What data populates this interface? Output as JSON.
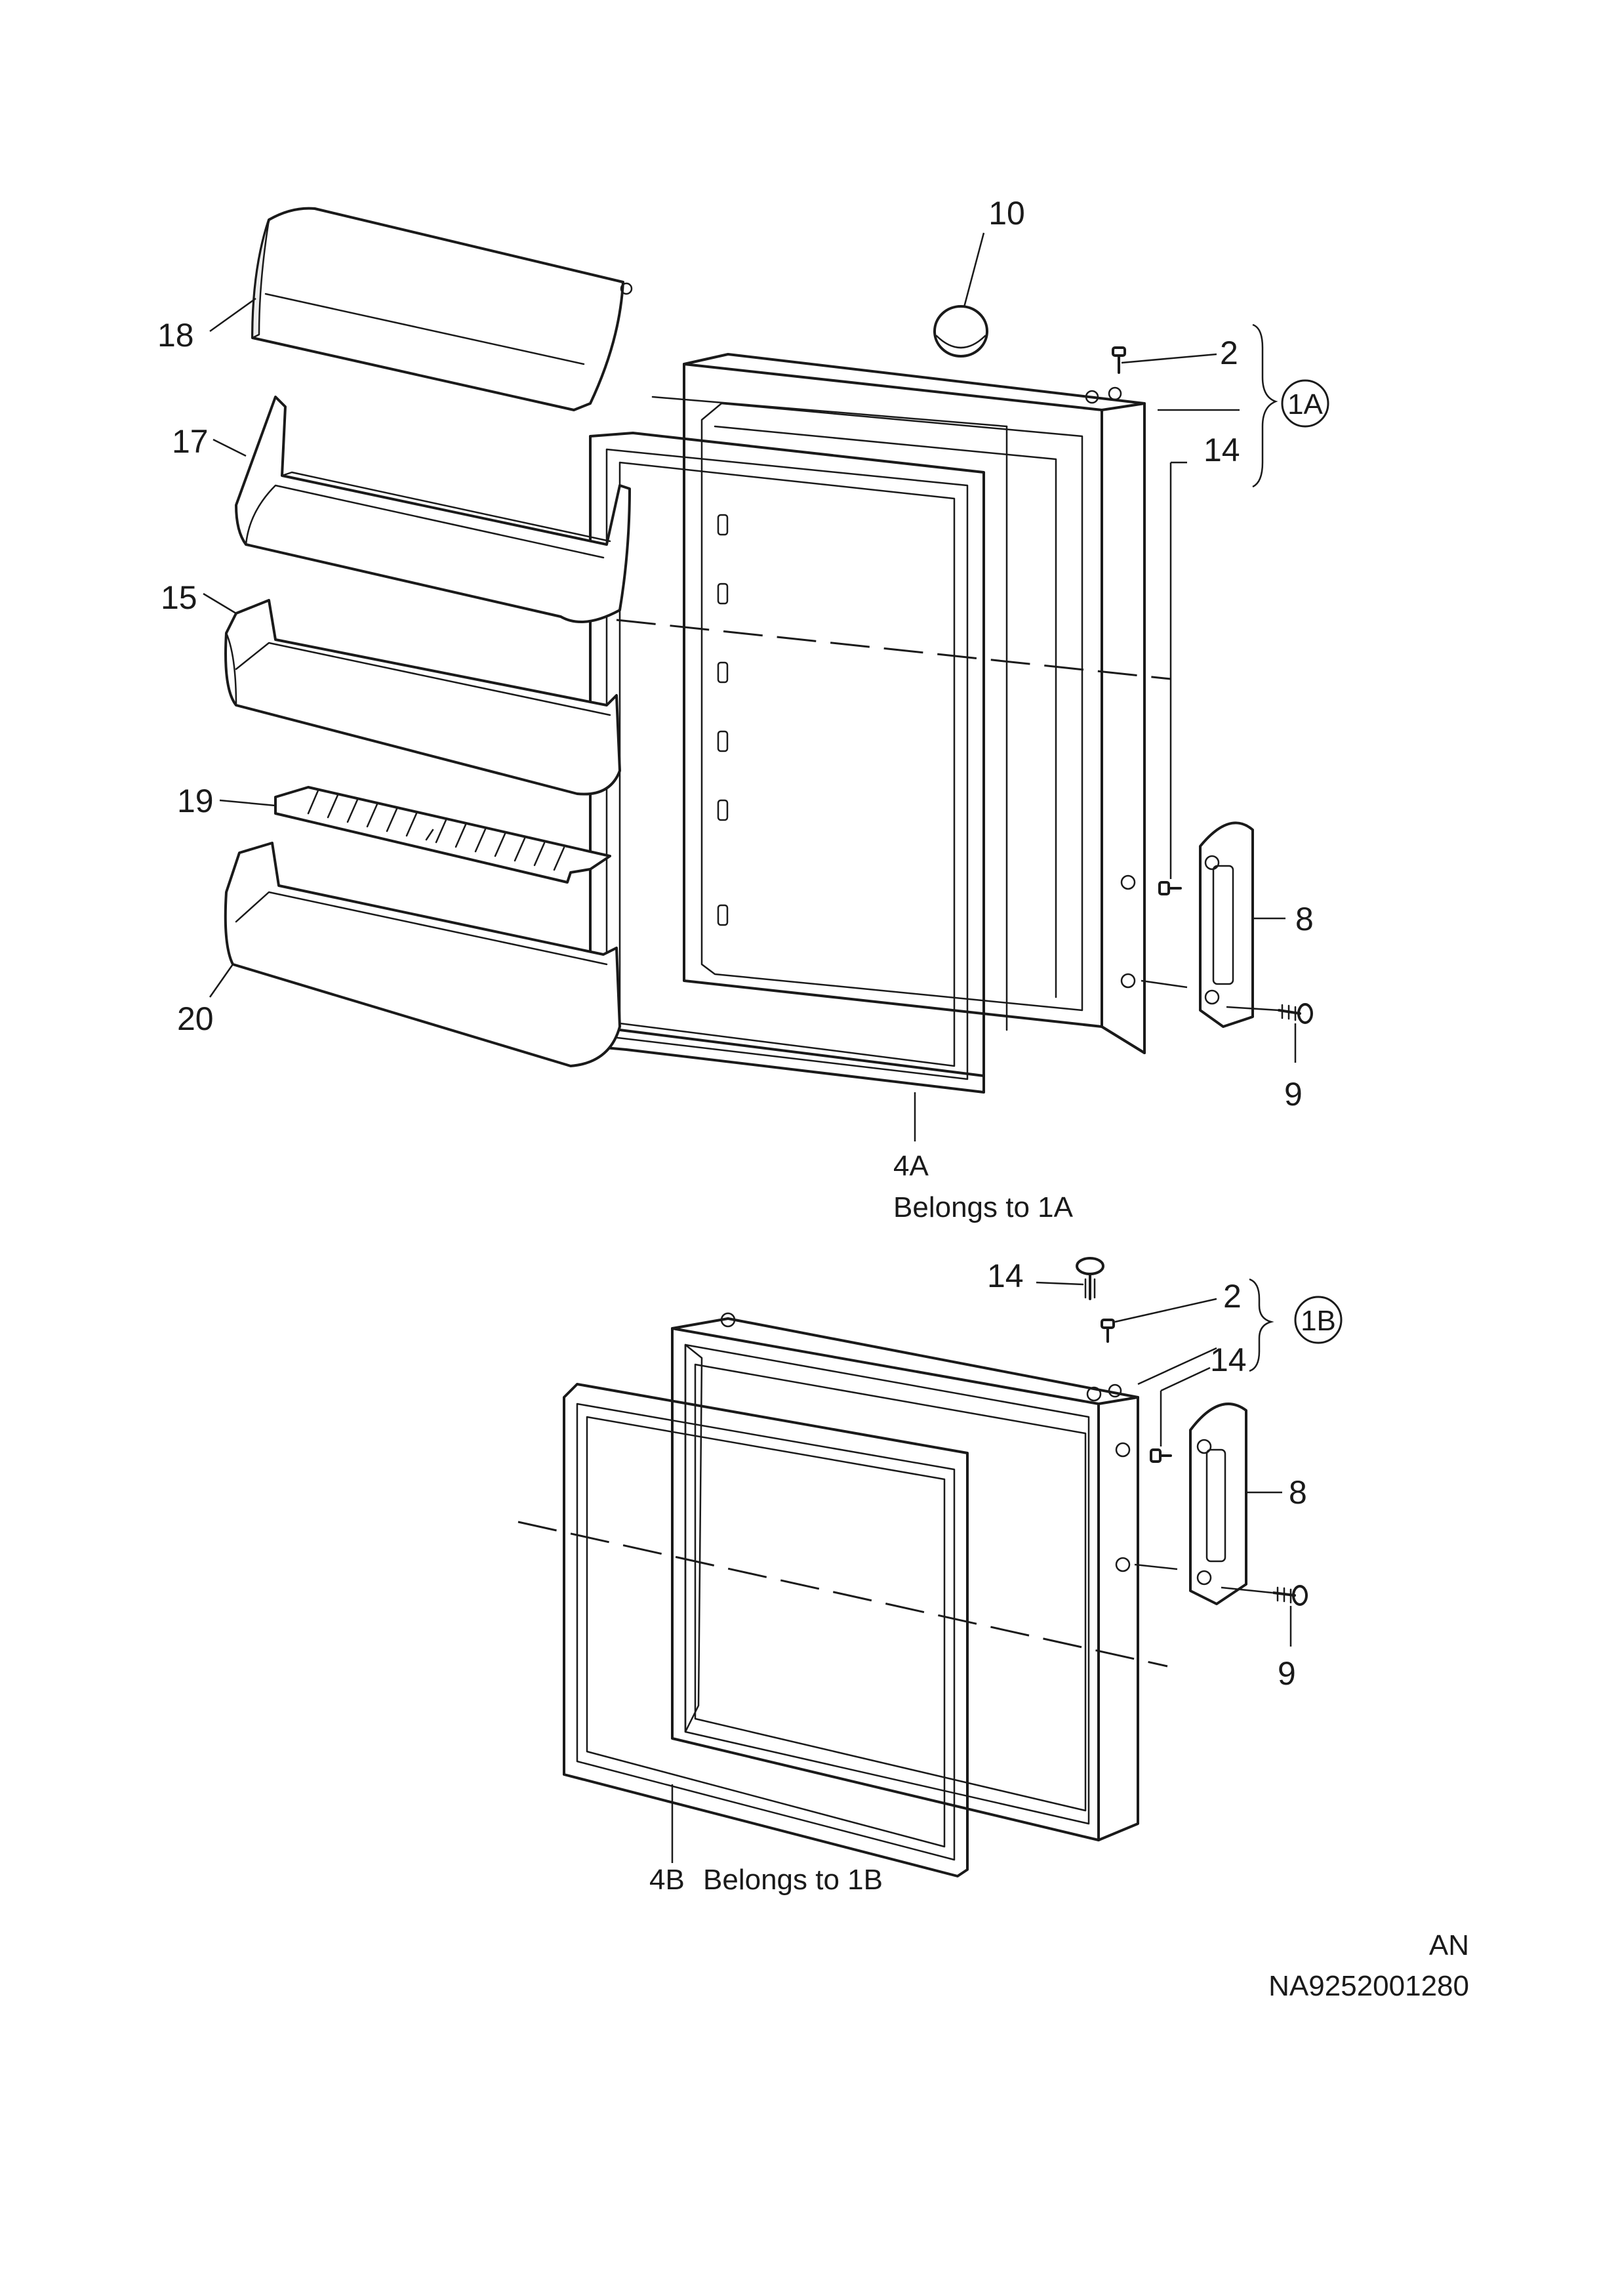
{
  "labels": {
    "p10": "10",
    "p2a": "2",
    "p1a": "1A",
    "p14a": "14",
    "p18": "18",
    "p17": "17",
    "p15": "15",
    "p19": "19",
    "p20": "20",
    "p8a": "8",
    "p9a": "9",
    "p4a": "4A",
    "p4a_note": "Belongs to 1A",
    "p14b_top": "14",
    "p2b": "2",
    "p1b": "1B",
    "p14b": "14",
    "p8b": "8",
    "p9b": "9",
    "p4b": "4B",
    "p4b_note": "Belongs to 1B"
  },
  "footer": {
    "code": "AN",
    "drawing_number": "NA9252001280"
  }
}
